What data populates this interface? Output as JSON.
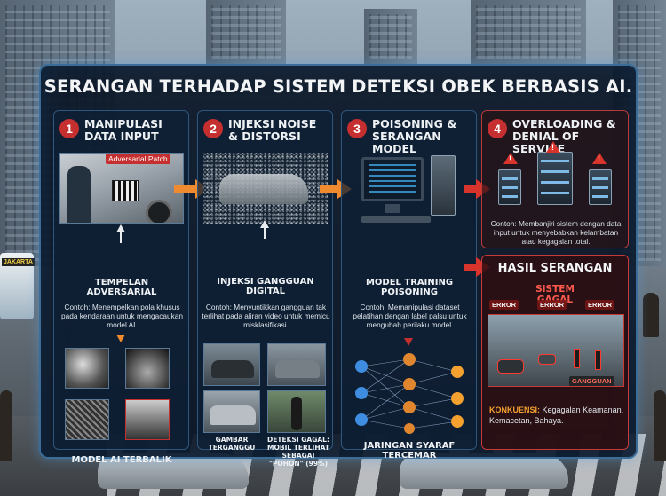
{
  "title": "SERANGAN TERHADAP SISTEM DETEKSI OBEK BERBASIS AI.",
  "bus_sign": "JAKARTA",
  "columns": [
    {
      "number": "1",
      "heading": "MANIPULASI DATA INPUT",
      "patch_label": "Adversarial Patch",
      "label": "TEMPELAN ADVERSARIAL",
      "desc": "Contoh: Menempelkan pola khusus pada kendaraan untuk mengacaukan model AI.",
      "bottom_label": "MODEL AI TERBALIK"
    },
    {
      "number": "2",
      "heading": "INJEKSI NOISE & DISTORSI",
      "label": "INJEKSI GANGGUAN DIGITAL",
      "desc": "Contoh: Menyuntikkan gangguan tak terlihat pada aliran video untuk memicu misklasifikasi.",
      "caption_left": "GAMBAR TERGANGGU",
      "caption_right": "DETEKSI GAGAL: MOBIL TERLIHAT SEBAGAI \"POHON\" (99%)"
    },
    {
      "number": "3",
      "heading": "POISONING & SERANGAN MODEL",
      "label": "MODEL TRAINING POISONING",
      "desc": "Contoh: Memanipulasi dataset pelatihan dengan label palsu untuk mengubah perilaku model.",
      "bottom_label": "JARINGAN SYARAF TERCEMAR"
    },
    {
      "number": "4",
      "heading": "OVERLOADING & DENIAL OF SERVICE",
      "desc": "Contoh: Membanjiri sistem dengan data input untuk menyebabkan kelambatan atau kegagalan total."
    }
  ],
  "result": {
    "title": "HASIL SERANGAN",
    "status": "SISTEM GAGAL",
    "error_tag": "ERROR",
    "scene_tag": "GANGGUAN",
    "consequence_label": "KONKUENSI:",
    "consequence_text": "Kegagalan Keamanan, Kemacetan, Bahaya."
  },
  "colors": {
    "accent_red": "#c62f2f",
    "panel_border": "#3b6d98",
    "arrow_orange": "#f08a2e"
  }
}
